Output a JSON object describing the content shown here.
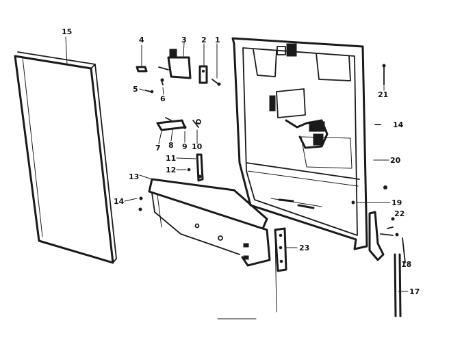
{
  "callouts": {
    "c1": "1",
    "c2": "2",
    "c3": "3",
    "c4": "4",
    "c5": "5",
    "c6": "6",
    "c7": "7",
    "c8": "8",
    "c9": "9",
    "c10": "10",
    "c11": "11",
    "c12": "12",
    "c13": "13",
    "c14a": "14",
    "c14b": "14",
    "c15": "15",
    "c17": "17",
    "c18": "18",
    "c19": "19",
    "c20": "20",
    "c21": "21",
    "c22": "22",
    "c23": "23"
  }
}
